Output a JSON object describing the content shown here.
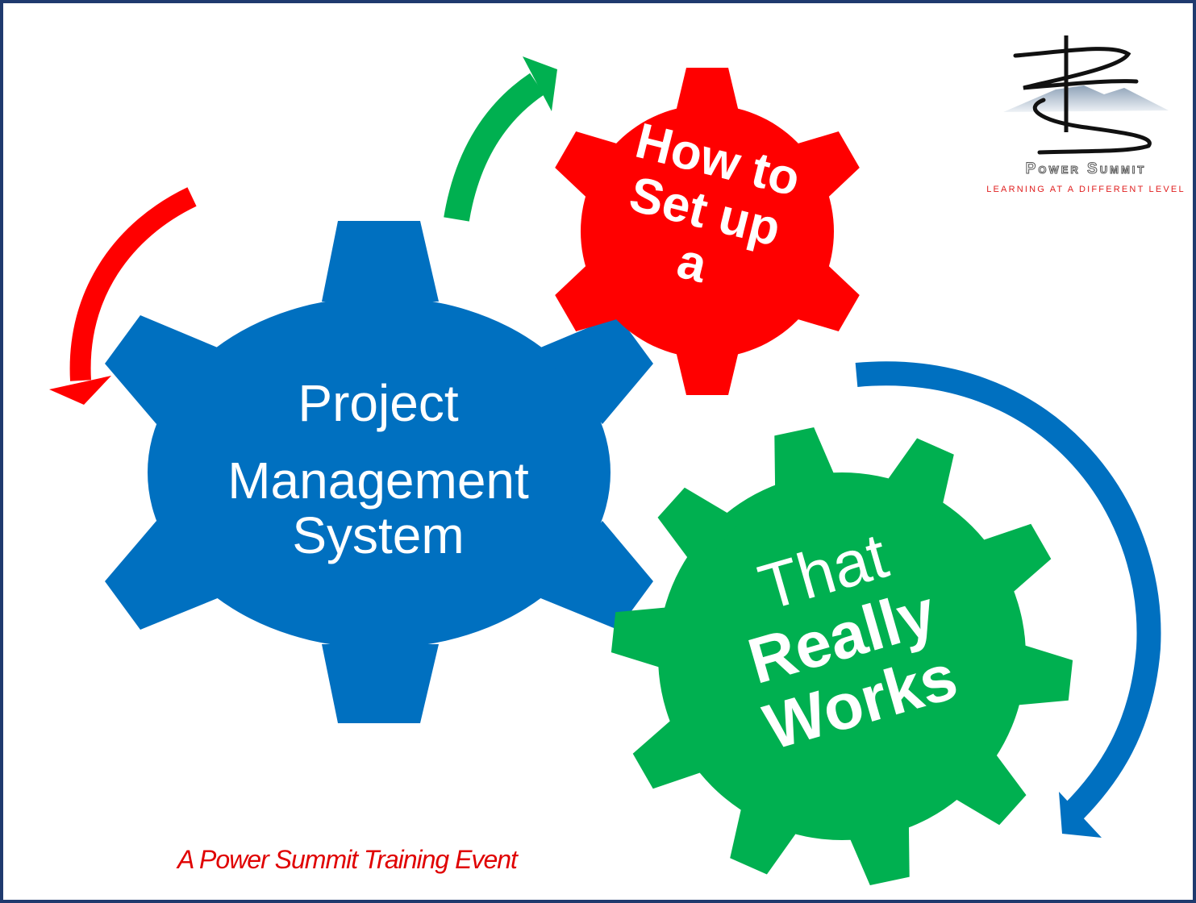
{
  "gears": {
    "blue": {
      "color": "#0070c0",
      "lines": [
        "Project",
        "Management",
        "System"
      ]
    },
    "red": {
      "color": "#ff0000",
      "lines": [
        "How to",
        "Set up",
        "a"
      ]
    },
    "green": {
      "color": "#00b050",
      "lines": [
        "That",
        "Really",
        "Works"
      ]
    }
  },
  "arrows": {
    "red": "#ff0000",
    "green": "#00b050",
    "blue": "#0070c0"
  },
  "logo": {
    "name": "Power Summit",
    "tagline": "LEARNING AT A DIFFERENT LEVEL"
  },
  "footer": "A Power Summit Training Event"
}
